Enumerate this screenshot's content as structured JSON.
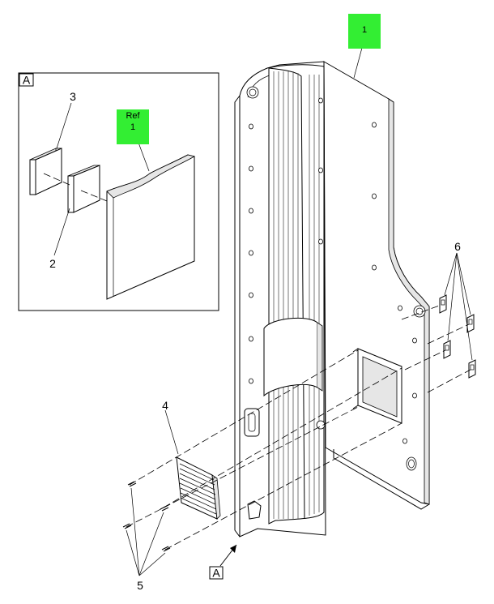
{
  "diagram": {
    "accent_color": "#33ee33",
    "callouts": {
      "item_1": "1",
      "item_2": "2",
      "item_3": "3",
      "item_4": "4",
      "item_5": "5",
      "item_6": "6"
    },
    "detail": {
      "view_letter": "A",
      "ref_word": "Ref",
      "ref_number": "1"
    },
    "view_marker": "A"
  }
}
